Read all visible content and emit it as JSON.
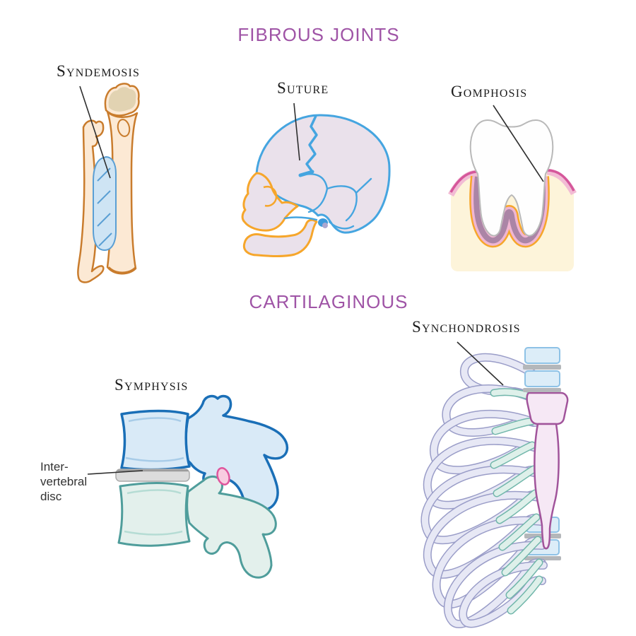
{
  "headings": {
    "fibrous": "FIBROUS JOINTS",
    "cartilaginous": "CARTILAGINOUS"
  },
  "labels": {
    "syndesmosis": "Syndemosis",
    "suture": "Suture",
    "gomphosis": "Gomphosis",
    "symphysis": "Symphysis",
    "synchondrosis": "Synchondrosis"
  },
  "annotations": {
    "intervertebral_disc": {
      "line1": "Inter-",
      "line2": "vertebral",
      "line3": "disc"
    }
  },
  "colors": {
    "heading_purple": "#9f54a6",
    "label_text": "#1c1c1c",
    "leader_line": "#2f2f2f",
    "bone_outline_orange": "#c97c2d",
    "bone_fill_peach": "#fce9d4",
    "epiphysis_tan": "#e2d3b2",
    "membrane_fill": "#cee4f4",
    "membrane_outline": "#5b9fd4",
    "skull_blue": "#45a5e0",
    "skull_orange": "#f6a62b",
    "skull_fill_lavender": "#eae1eb",
    "ear_blue": "#3d9bdc",
    "ear_gray_purple": "#aba7d0",
    "gum_fill_cream": "#fdf4da",
    "gum_margin_magenta": "#d5579b",
    "ligament_pink": "#f0b6d2",
    "ligament_mauve": "#ab85a6",
    "tooth_outline_gray": "#b9b9b9",
    "vertebra_blue": "#1a6fb7",
    "vertebra_blue_fill": "#d9eaf7",
    "vertebra_teal": "#4f9d9b",
    "vertebra_teal_fill": "#e3f0ec",
    "disc_gray_fill": "#dcdcdc",
    "facet_pink": "#e0569d",
    "rib_outline": "#9a9dc8",
    "rib_fill": "#e7e8f5",
    "cartilage_outline": "#72b7ab",
    "cartilage_fill": "#def0ea",
    "sternum_outline": "#a1549b",
    "sternum_fill": "#f6e8f5",
    "spine_segment_fill": "#dcedf8",
    "spine_segment_outline": "#8ec2e6",
    "spine_disc_gray": "#b4b7ba"
  }
}
